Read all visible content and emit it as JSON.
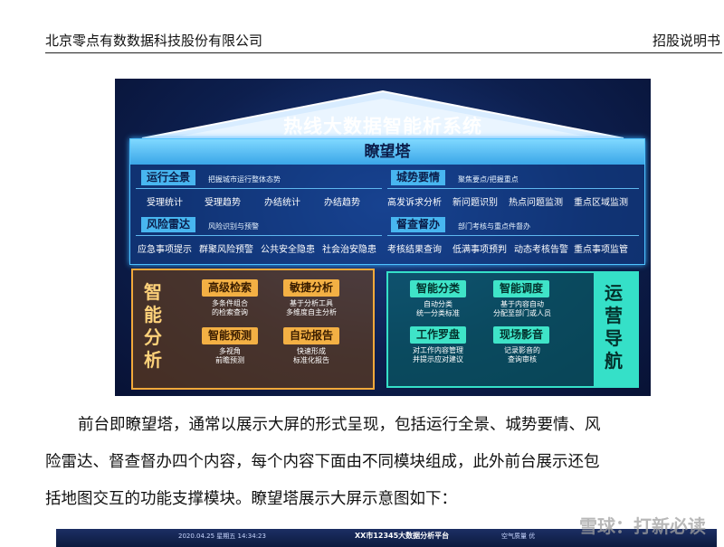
{
  "header": {
    "company": "北京零点有数数据科技股份有限公司",
    "doc_type": "招股说明书"
  },
  "diagram": {
    "system_title": "热线大数据智能析系统",
    "tower_title": "瞭望塔",
    "panels": [
      {
        "tag": "运行全景",
        "desc": "把握城市运行整体态势",
        "modules": [
          "受理统计",
          "受理趋势",
          "办结统计",
          "办结趋势"
        ]
      },
      {
        "tag": "城势要情",
        "desc": "聚焦要点/把握重点",
        "modules": [
          "高发诉求分析",
          "新问题识别",
          "热点问题监测",
          "重点区域监测"
        ]
      },
      {
        "tag": "风险雷达",
        "desc": "风险识别与预警",
        "modules": [
          "应急事项提示",
          "群聚风险预警",
          "公共安全隐患",
          "社会治安隐患"
        ]
      },
      {
        "tag": "督查督办",
        "desc": "部门考核与重点件督办",
        "modules": [
          "考核结果查询",
          "低满事项预判",
          "动态考核告警",
          "重点事项监管"
        ]
      }
    ],
    "analysis": {
      "title_chars": [
        "智",
        "能",
        "分",
        "析"
      ],
      "items": [
        {
          "label": "高级检索",
          "desc": [
            "多条件组合",
            "的检索查询"
          ]
        },
        {
          "label": "敏捷分析",
          "desc": [
            "基于分析工具",
            "多维度自主分析"
          ]
        },
        {
          "label": "智能预测",
          "desc": [
            "多视角",
            "前瞻预测"
          ]
        },
        {
          "label": "自动报告",
          "desc": [
            "快速形成",
            "标准化报告"
          ]
        }
      ]
    },
    "operation": {
      "title_chars": [
        "运",
        "营",
        "导",
        "航"
      ],
      "items": [
        {
          "label": "智能分类",
          "desc": [
            "自动分类",
            "统一分类标准"
          ]
        },
        {
          "label": "智能调度",
          "desc": [
            "基于内容自动",
            "分配至部门或人员"
          ]
        },
        {
          "label": "工作罗盘",
          "desc": [
            "对工作内容管理",
            "并提示应对建议"
          ]
        },
        {
          "label": "现场影音",
          "desc": [
            "记录影音的",
            "查询审核"
          ]
        }
      ]
    }
  },
  "body": {
    "lines": [
      "前台即瞭望塔，通常以展示大屏的形式呈现，包括运行全景、城势要情、风",
      "险雷达、督查督办四个内容，每个内容下面由不同模块组成，此外前台展示还包",
      "括地图交互的功能支撑模块。瞭望塔展示大屏示意图如下："
    ]
  },
  "bottom_strip": {
    "left_text": "2020.04.25 星期五 14:34:23",
    "center_title": "XX市12345大数据分析平台",
    "right_text": "空气质量 优"
  },
  "watermark": "雪球：打新必读",
  "colors": {
    "tower_blue": "#48b6f0",
    "analysis_orange": "#f3b044",
    "operation_teal": "#3fe4c8",
    "background": "#0d1f4e"
  }
}
